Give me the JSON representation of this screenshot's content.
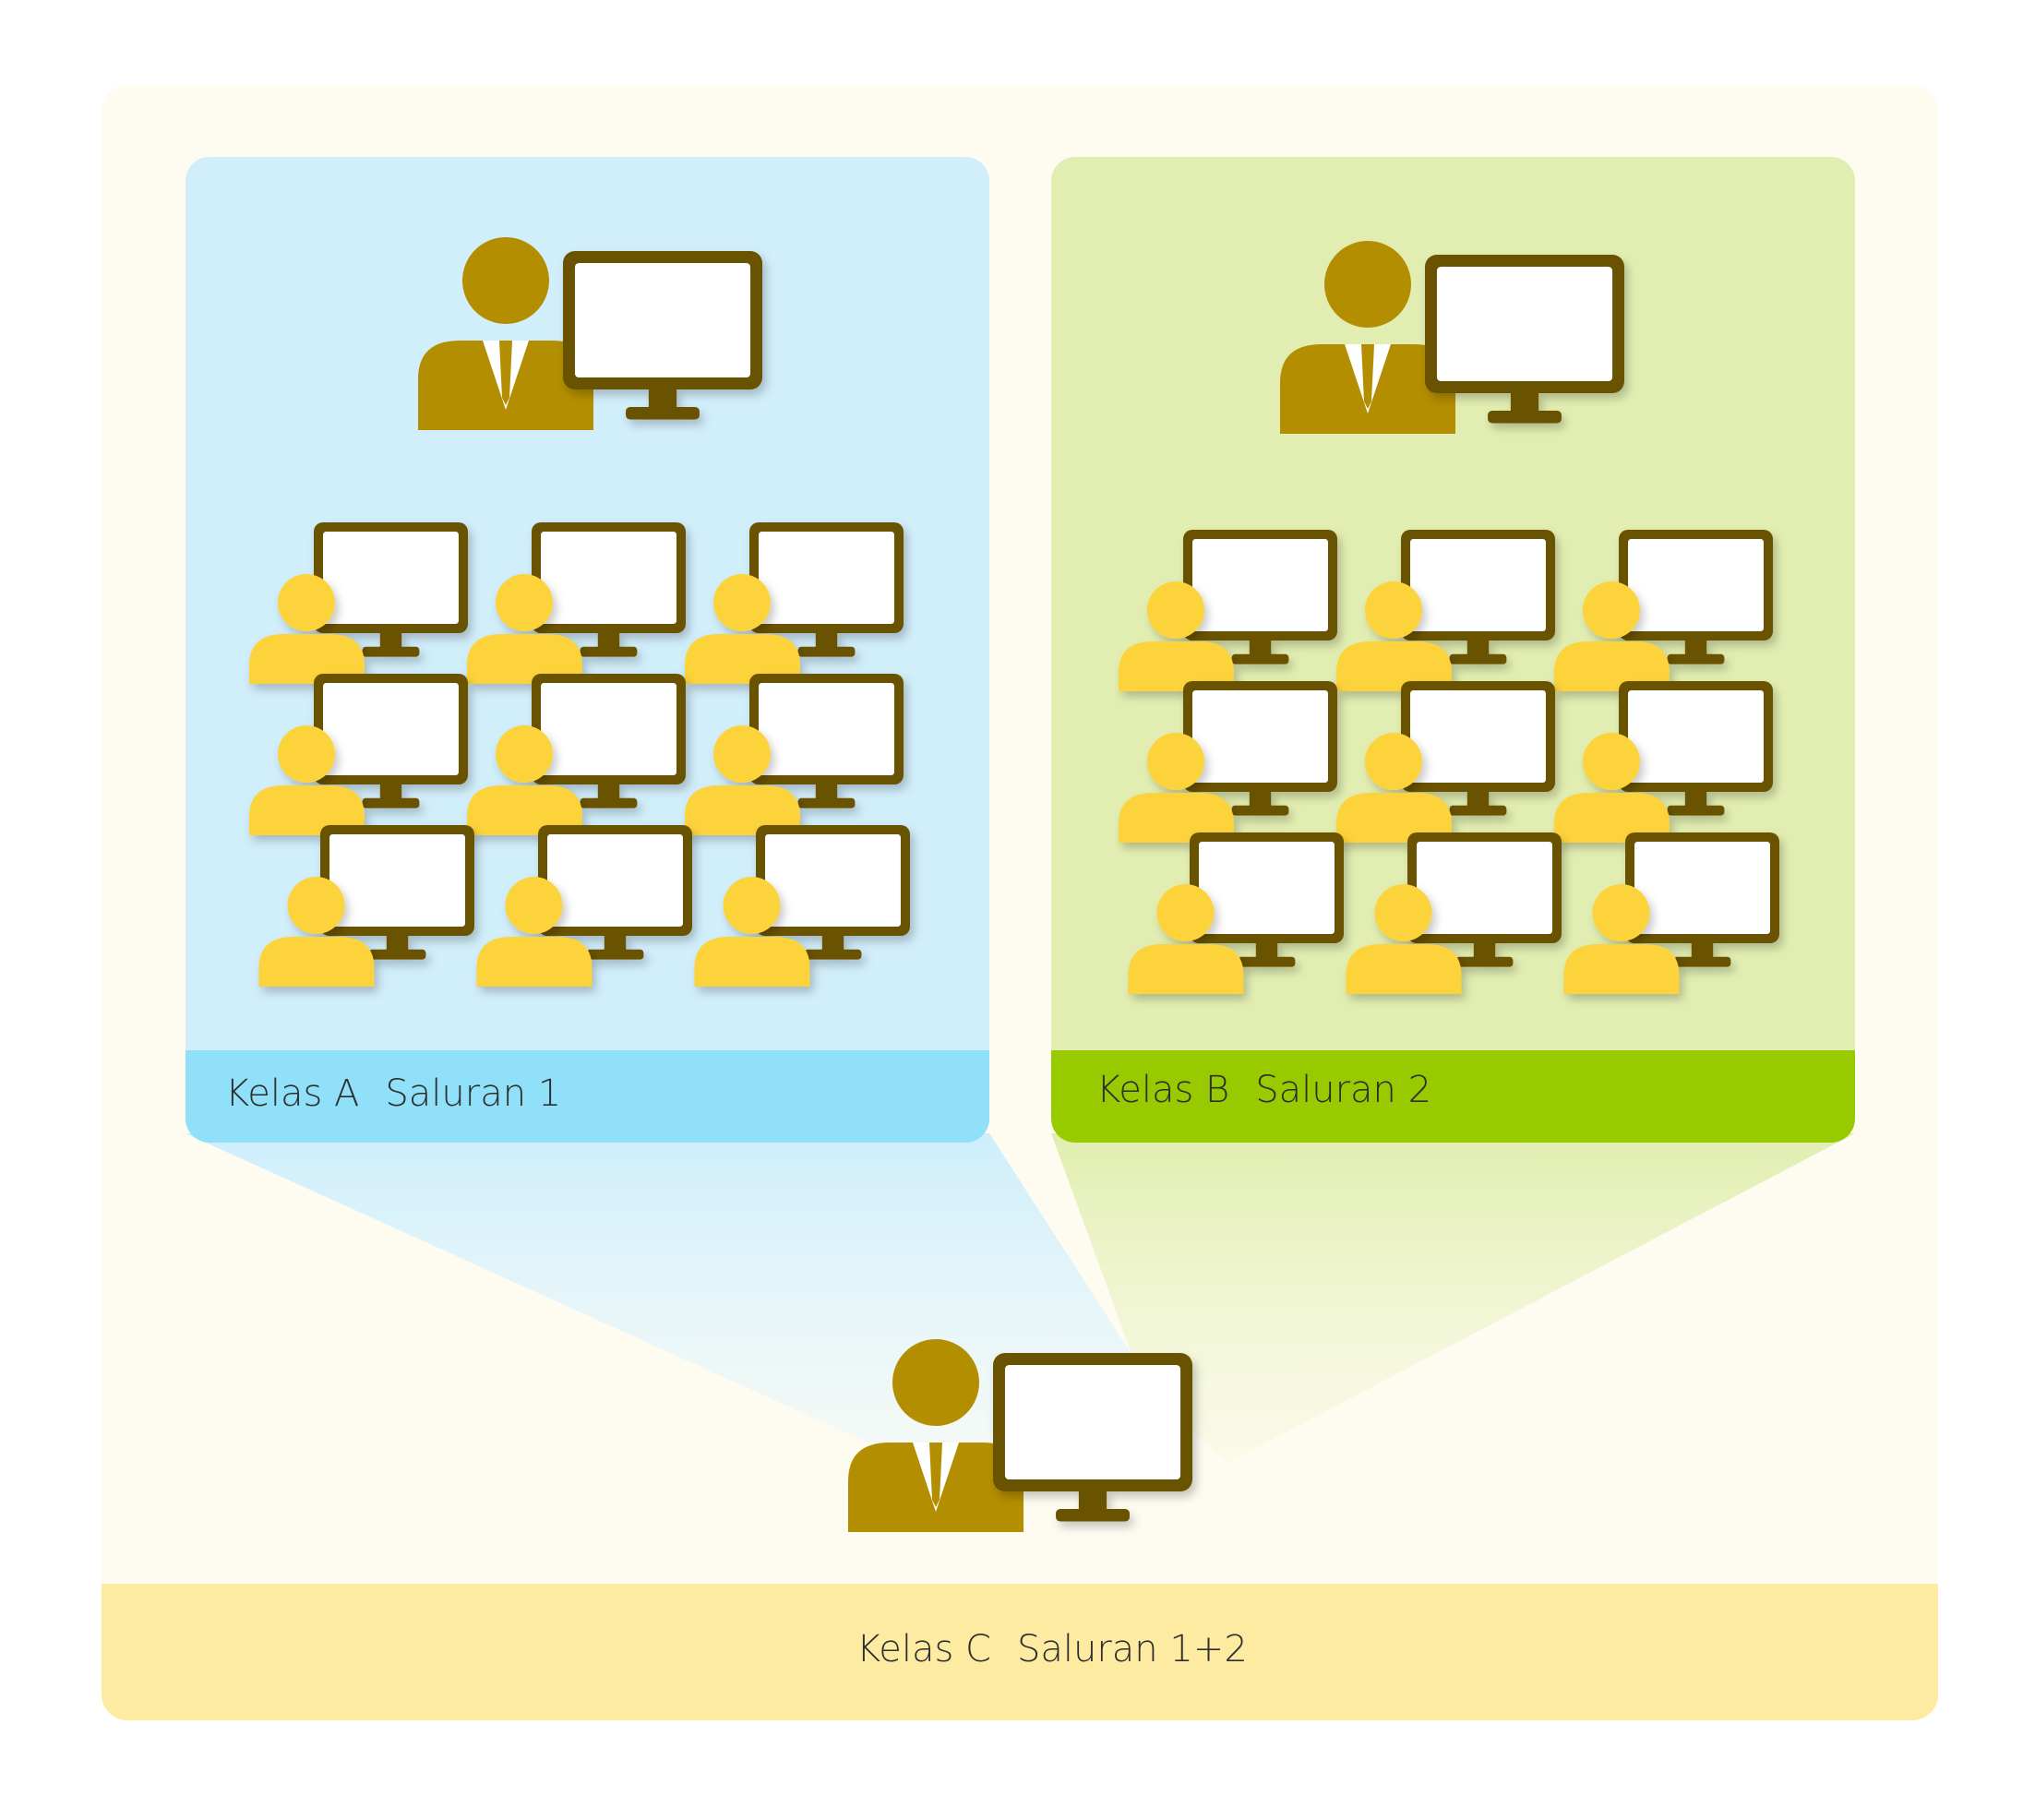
{
  "colors": {
    "outer_bg": "#fefcf1",
    "outer_footer": "#feeba2",
    "panel_a_bg": "#d1eefb",
    "panel_a_footer": "#8fe0f8",
    "panel_b_bg": "#e2eeb1",
    "panel_b_footer": "#98ca00",
    "teacher": "#b38e00",
    "student": "#fdd33a",
    "monitor_frame": "#6b5206",
    "monitor_screen": "#ffffff"
  },
  "class_a": {
    "name": "Kelas A",
    "channel": "Saluran 1"
  },
  "class_b": {
    "name": "Kelas B",
    "channel": "Saluran 2"
  },
  "class_c": {
    "name": "Kelas C",
    "channel": "Saluran 1+2"
  }
}
